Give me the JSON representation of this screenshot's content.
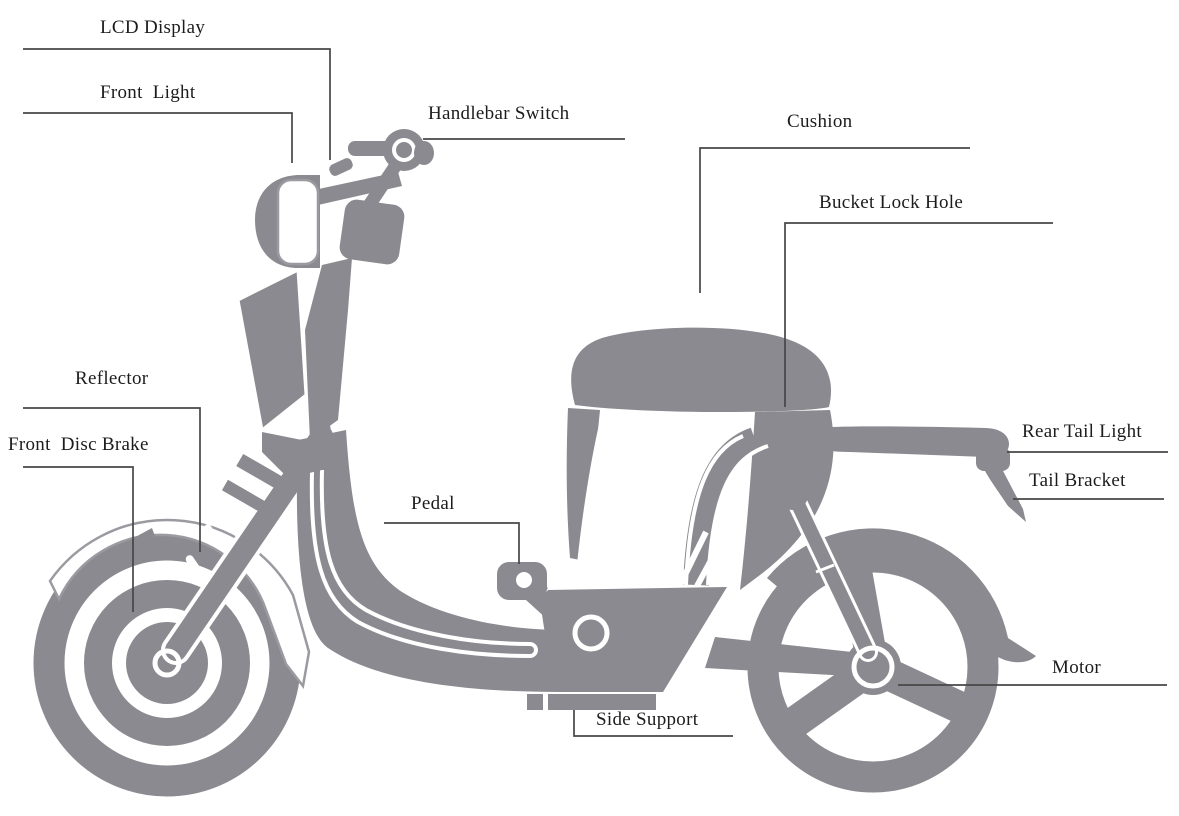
{
  "diagram_type": "electric-scooter-parts-diagram",
  "colors": {
    "scooter_body": "#8a8a90",
    "leader_line": "#474747",
    "label_text": "#1c1c1c",
    "background": "#ffffff"
  },
  "labels": {
    "lcd_display": "LCD Display",
    "front_light": "Front  Light",
    "handlebar_switch": "Handlebar Switch",
    "cushion": "Cushion",
    "bucket_lock_hole": "Bucket Lock Hole",
    "reflector": "Reflector",
    "front_disc_brake": "Front  Disc Brake",
    "pedal": "Pedal",
    "rear_tail_light": "Rear Tail Light",
    "tail_bracket": "Tail Bracket",
    "motor": "Motor",
    "side_support": "Side Support"
  }
}
